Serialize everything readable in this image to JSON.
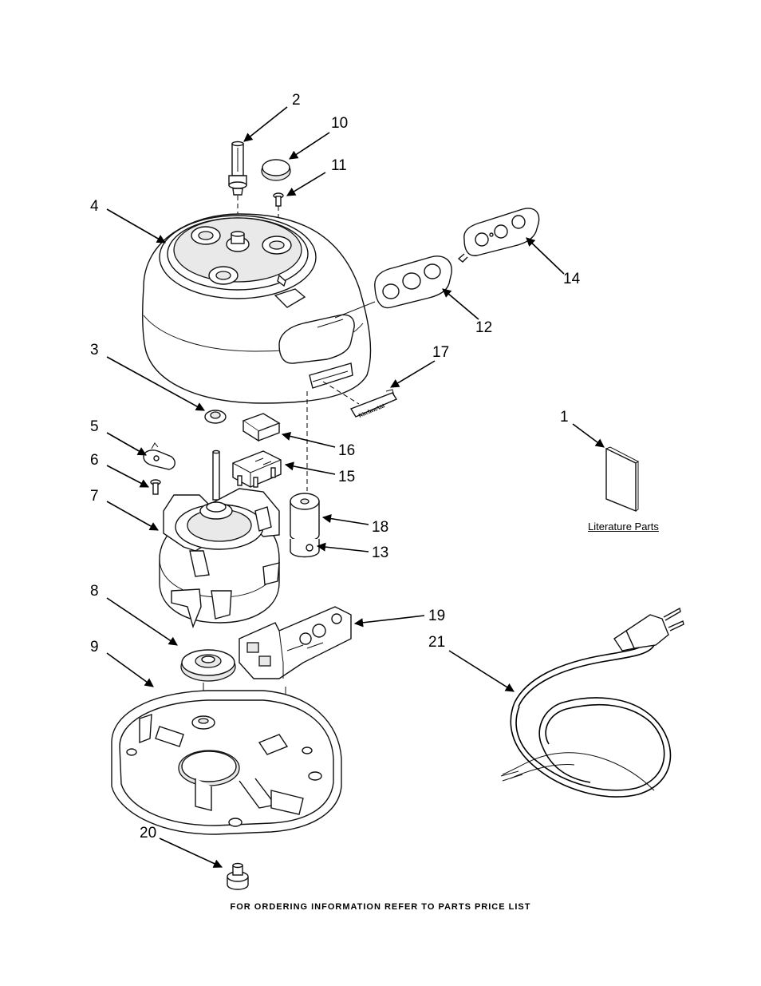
{
  "callouts": {
    "c1": "1",
    "c2": "2",
    "c3": "3",
    "c4": "4",
    "c5": "5",
    "c6": "6",
    "c7": "7",
    "c8": "8",
    "c9": "9",
    "c10": "10",
    "c11": "11",
    "c12": "12",
    "c13": "13",
    "c14": "14",
    "c15": "15",
    "c16": "16",
    "c17": "17",
    "c18": "18",
    "c19": "19",
    "c20": "20",
    "c21": "21"
  },
  "literature_label": "Literature Parts",
  "footer_text": "FOR ORDERING INFORMATION REFER TO PARTS PRICE LIST",
  "badge_text": "KitchenAid"
}
